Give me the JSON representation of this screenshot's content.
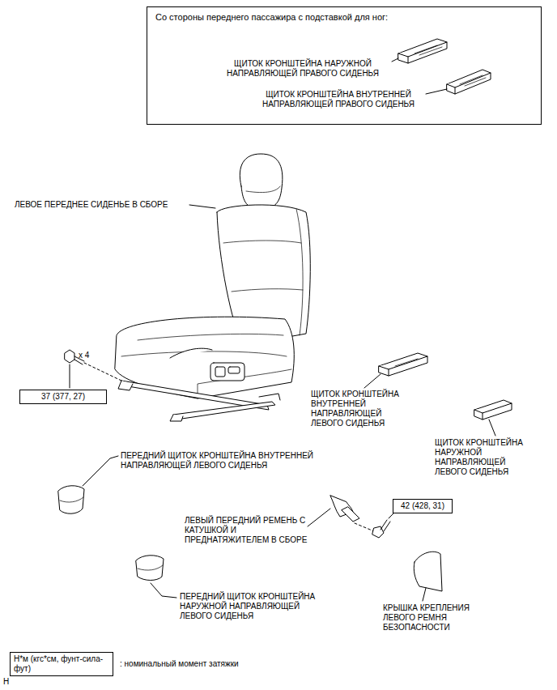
{
  "diagram": {
    "nodes": [
      {
        "text": [
          "Со стороны переднего пассажира с подставкой для ног:",
          "ЩИТОК КРОНШТЕЙНА НАРУЖНОЙ НАПРАВЛЯЮЩЕЙ ПРАВОГО СИДЕНЬЯ",
          "ЩИТОК КРОНШТЕЙНА ВНУТРЕННЕЙ НАПРАВЛЯЮЩЕЙ ПРАВОГО СИДЕНЬЯ"
        ]
      },
      {
        "text": [
          "37 (377, 27)"
        ]
      },
      {
        "text": [
          "42 (428, 31)"
        ]
      },
      {
        "text": [
          "Н*м (кгс*см, фунт-сила-фут)"
        ]
      }
    ],
    "labels": [
      "ЛЕВОЕ ПЕРЕДНЕЕ СИДЕНЬЕ В СБОРЕ",
      "x 4",
      "ЩИТОК КРОНШТЕЙНА ВНУТРЕННЕЙ НАПРАВЛЯЮЩЕЙ ЛЕВОГО СИДЕНЬЯ",
      "ЩИТОК КРОНШТЕЙНА НАРУЖНОЙ НАПРАВЛЯЮЩЕЙ ЛЕВОГО СИДЕНЬЯ",
      "ПЕРЕДНИЙ ЩИТОК КРОНШТЕЙНА ВНУТРЕННЕЙ НАПРАВЛЯЮЩЕЙ ЛЕВОГО СИДЕНЬЯ",
      "ЛЕВЫЙ ПЕРЕДНИЙ РЕМЕНЬ С КАТУШКОЙ И ПРЕДНАТЯЖИТЕЛЕМ В СБОРЕ",
      "ПЕРЕДНИЙ ЩИТОК КРОНШТЕЙНА НАРУЖНОЙ НАПРАВЛЯЮЩЕЙ ЛЕВОГО СИДЕНЬЯ",
      "КРЫШКА КРЕПЛЕНИЯ ЛЕВОГО РЕМНЯ БЕЗОПАСНОСТИ",
      ": номинальный момент затяжки",
      "H"
    ]
  }
}
